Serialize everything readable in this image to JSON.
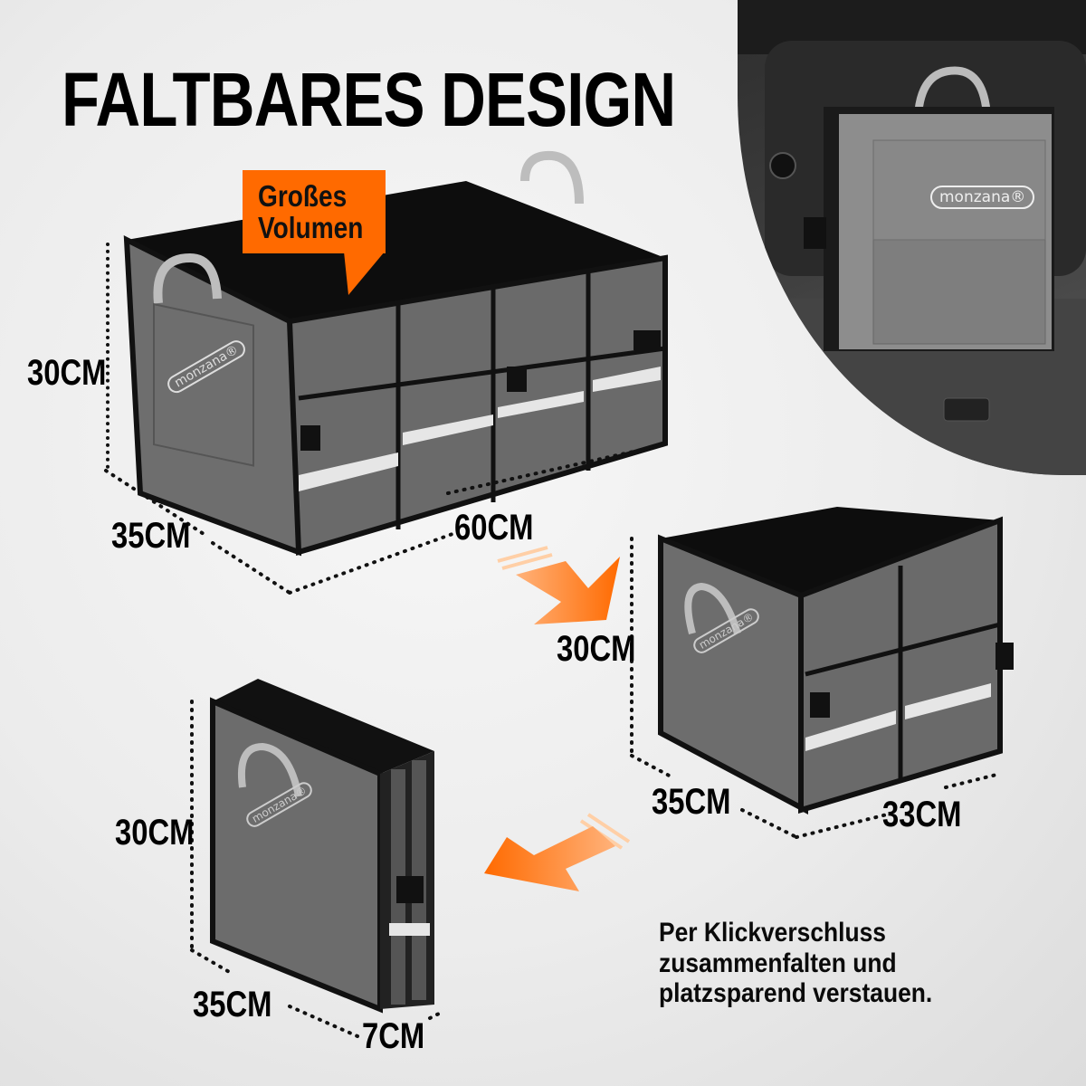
{
  "header": {
    "title": "FALTBARES DESIGN"
  },
  "callout": {
    "line1": "Großes",
    "line2": "Volumen",
    "color": "#ff6a00"
  },
  "brand": {
    "logo": "monzana®"
  },
  "large_box": {
    "height": "30CM",
    "depth": "35CM",
    "width": "60CM"
  },
  "medium_box": {
    "height": "30CM",
    "depth": "35CM",
    "width": "33CM"
  },
  "folded_box": {
    "height": "30CM",
    "depth": "35CM",
    "width": "7CM"
  },
  "caption": {
    "line1": "Per Klickverschluss",
    "line2": "zusammenfalten und",
    "line3": "platzsparend verstauen."
  },
  "colors": {
    "accent": "#ff6a00",
    "fabric": "#6b6b6b",
    "trim": "#111111",
    "text": "#000000"
  },
  "icons": {
    "arrow_down_right": "arrow-down-right-icon",
    "arrow_down_left": "arrow-down-left-icon"
  }
}
